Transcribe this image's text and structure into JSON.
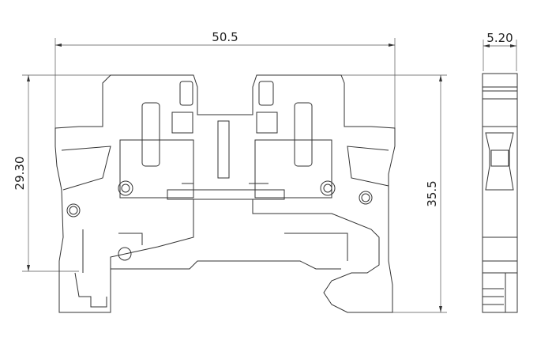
{
  "drawing": {
    "width_label": "50.5",
    "rail_height_label": "29.30",
    "total_height_label": "35.5",
    "thickness_label": "5.20"
  },
  "colors": {
    "line": "#333333",
    "background": "#ffffff"
  }
}
